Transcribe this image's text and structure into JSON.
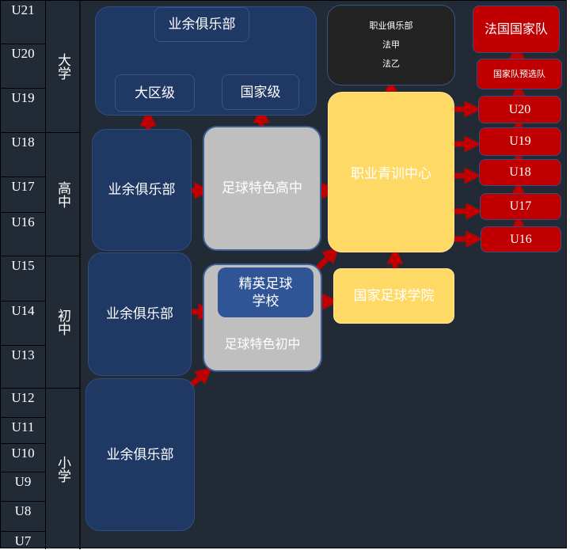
{
  "ages": [
    "U21",
    "U20",
    "U19",
    "U18",
    "U17",
    "U16",
    "U15",
    "U14",
    "U13",
    "U12",
    "U11",
    "U10",
    "U9",
    "U8",
    "U7"
  ],
  "levels": [
    "大学",
    "高中",
    "初中",
    "小学"
  ],
  "university_group": {
    "title": "业余俱乐部",
    "regional": "大区级",
    "national": "国家级"
  },
  "amateur_high": "业余俱乐部",
  "football_high": "足球特色高中",
  "pro_clubs": {
    "title": "职业俱乐部",
    "ligue1": "法甲",
    "ligue2": "法乙"
  },
  "pro_youth_center": "职业青训中心",
  "amateur_middle": "业余俱乐部",
  "football_middle": "足球特色初中",
  "elite_school": "精英足球学校",
  "national_academy": "国家足球学院",
  "amateur_primary": "业余俱乐部",
  "national_teams": {
    "france": "法国国家队",
    "preselection": "国家队预选队",
    "u20": "U20",
    "u19": "U19",
    "u18": "U18",
    "u17": "U17",
    "u16": "U16"
  },
  "colors": {
    "background": "#222a36",
    "navy": "#1f3864",
    "grey": "#bfbfbf",
    "yellow": "#ffd966",
    "red": "#c00000"
  }
}
